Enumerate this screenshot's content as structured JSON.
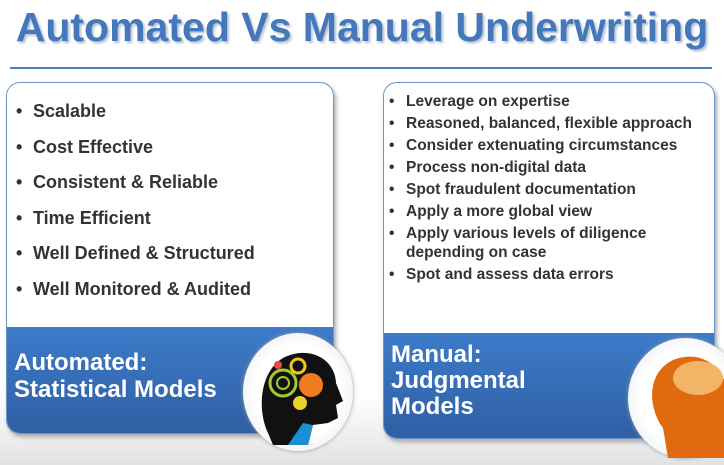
{
  "title": "Automated Vs Manual Underwriting",
  "automated": {
    "items": [
      "Scalable",
      "Cost Effective",
      "Consistent & Reliable",
      "Time Efficient",
      "Well Defined & Structured",
      "Well Monitored & Audited"
    ],
    "label_line1": "Automated:",
    "label_line2": "Statistical Models"
  },
  "manual": {
    "items": [
      "Leverage on expertise",
      "Reasoned, balanced, flexible approach",
      "Consider extenuating circumstances",
      "Process non-digital data",
      "Spot fraudulent documentation",
      "Apply a more global view",
      "Apply various levels of diligence depending on case",
      "Spot and assess data errors"
    ],
    "label_line1": "Manual:",
    "label_line2": "Judgmental",
    "label_line3": "Models"
  },
  "colors": {
    "title": "#4577bb",
    "panel": "#3d7bc9"
  }
}
